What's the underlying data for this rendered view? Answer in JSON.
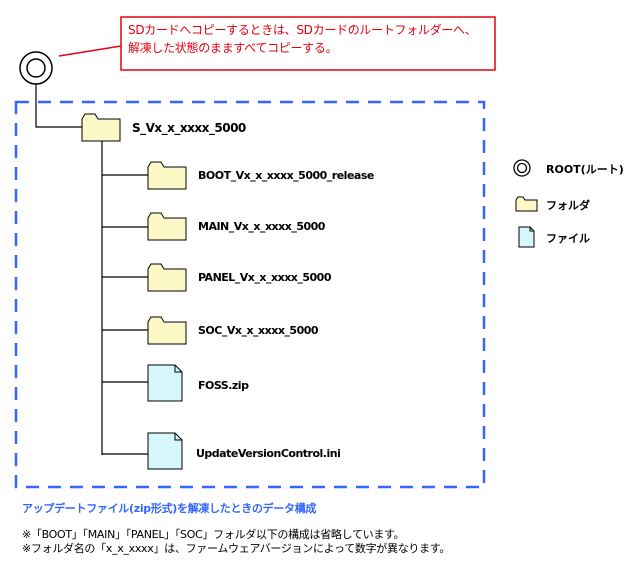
{
  "callout": {
    "line1": "SDカードへコピーするときは、SDカードのルートフォルダーへ、",
    "line2": "解凍した状態のまますべてコピーする。",
    "color": "#e60012"
  },
  "tree": {
    "root_folder": "S_Vx_x_xxxx_5000",
    "children": [
      {
        "type": "folder",
        "name": "BOOT_Vx_x_xxxx_5000_release"
      },
      {
        "type": "folder",
        "name": "MAIN_Vx_x_xxxx_5000"
      },
      {
        "type": "folder",
        "name": "PANEL_Vx_x_xxxx_5000"
      },
      {
        "type": "folder",
        "name": "SOC_Vx_x_xxxx_5000"
      },
      {
        "type": "file",
        "name": "FOSS.zip"
      },
      {
        "type": "file",
        "name": "UpdateVersionControl.ini"
      }
    ]
  },
  "legend": {
    "root": "ROOT(ルート)",
    "folder": "フォルダ",
    "file": "ファイル"
  },
  "colors": {
    "folder_fill": "#fdf9c7",
    "file_fill": "#d6f8fc",
    "dash_border": "#3366ff",
    "caption": "#3366ff"
  },
  "caption": "アップデートファイル(zip形式)を解凍したときのデータ構成",
  "notes": [
    "※「BOOT」「MAIN」「PANEL」「SOC」フォルダ以下の構成は省略しています。",
    "※フォルダ名の「x_x_xxxx」は、ファームウェアバージョンによって数字が異なります。"
  ]
}
